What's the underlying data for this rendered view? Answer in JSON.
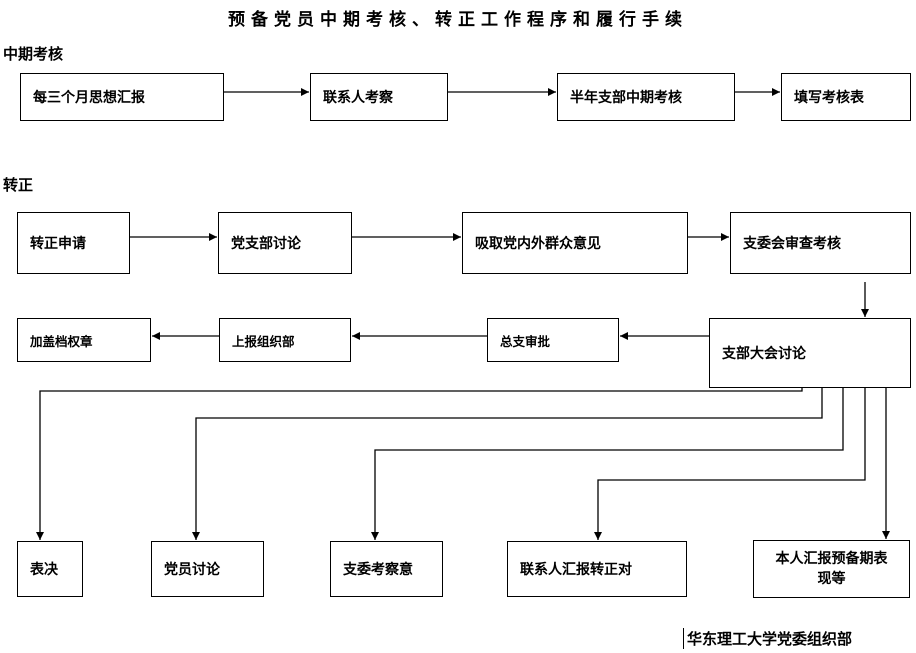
{
  "title": "预备党员中期考核、转正工作程序和履行手续",
  "sections": {
    "midterm": "中期考核",
    "promotion": "转正"
  },
  "midterm_steps": [
    "每三个月思想汇报",
    "联系人考察",
    "半年支部中期考核",
    "填写考核表"
  ],
  "promotion_row1": [
    "转正申请",
    "党支部讨论",
    "吸取党内外群众意见",
    "支委会审查考核"
  ],
  "promotion_row2": [
    "支部大会讨论",
    "总支审批",
    "上报组织部",
    "加盖档权章"
  ],
  "meeting_items": [
    "表决",
    "党员讨论",
    "支委考察意",
    "联系人汇报转正对",
    "本人汇报预备期表现等"
  ],
  "footer": "华东理工大学党委组织部"
}
